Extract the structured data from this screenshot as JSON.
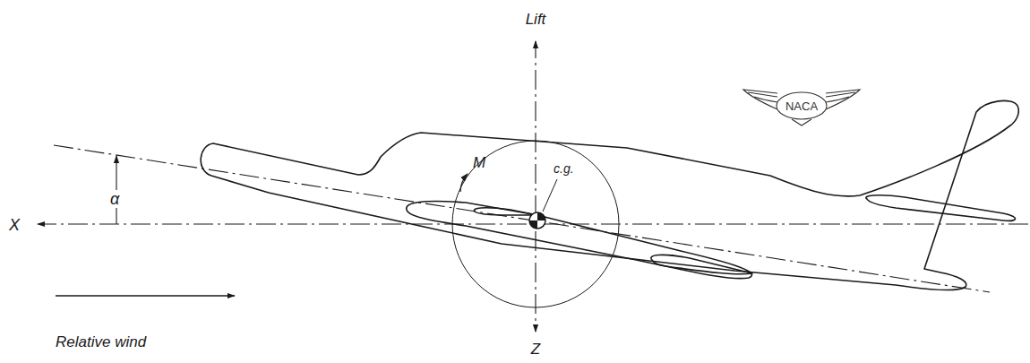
{
  "diagram": {
    "labels": [
      "Lift",
      "M",
      "c.g.",
      "α",
      "X",
      "Relative wind",
      "Z",
      "NACA"
    ]
  }
}
